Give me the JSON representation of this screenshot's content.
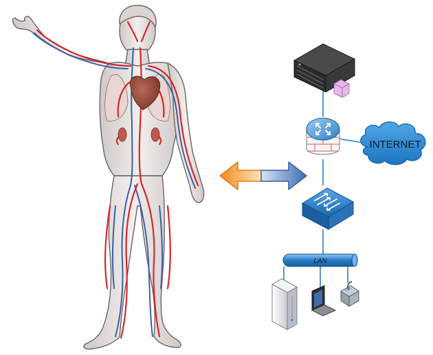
{
  "labels": {
    "internet": "INTERNET",
    "lan": "LAN"
  },
  "colors": {
    "artery": "#d8262a",
    "vein": "#3b5fa8",
    "skin": "#e6e1de",
    "skin_outline": "#6a6462",
    "heart": "#9a4a3c",
    "network_blue": "#2a7fc8",
    "cloud": "#2f8fd6",
    "arrow_orange": "#f39a2e",
    "arrow_blue": "#5a84c2"
  },
  "icons": {
    "server": "server-icon",
    "router": "router-firewall-icon",
    "cloud": "internet-cloud-icon",
    "switch": "network-switch-icon",
    "desktop": "desktop-tower-icon",
    "laptop": "laptop-icon",
    "phone": "ip-phone-icon",
    "arrows": "bidirectional-arrow-icon",
    "body": "human-circulatory-system-illustration"
  }
}
